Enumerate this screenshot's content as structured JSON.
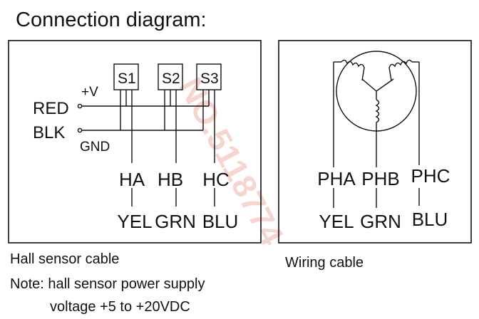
{
  "title": "Connection diagram:",
  "watermark": "NO.5118774",
  "hall": {
    "power_labels": [
      "+V",
      "RED",
      "BLK",
      "GND"
    ],
    "sensors": [
      "S1",
      "S2",
      "S3"
    ],
    "signals": [
      "HA",
      "HB",
      "HC"
    ],
    "colors": [
      "YEL",
      "GRN",
      "BLU"
    ]
  },
  "wiring": {
    "phases": [
      "PHA",
      "PHB",
      "PHC"
    ],
    "colors": [
      "YEL",
      "GRN",
      "BLU"
    ]
  },
  "captions": {
    "hall_cable": "Hall sensor cable",
    "wiring_cable": "Wiring cable",
    "note_line1": "Note: hall sensor power supply",
    "note_line2": "voltage +5 to +20VDC"
  }
}
